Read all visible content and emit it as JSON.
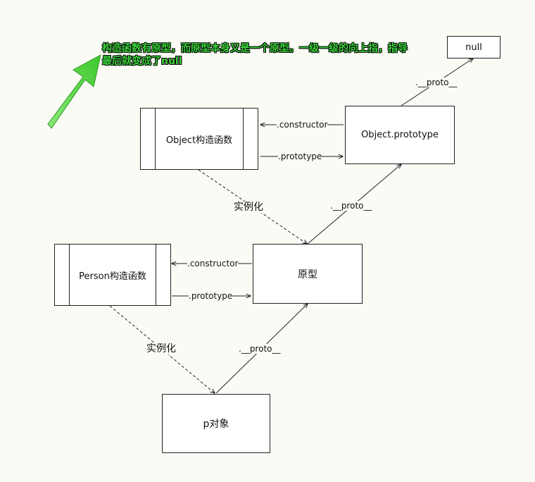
{
  "note": "构造函数有原型，而原型本身又是一个原型。一级一级的向上指，指导最后就变成了null",
  "nodes": {
    "null_box": "null",
    "object_prototype": "Object.prototype",
    "object_ctor": "Object构造函数",
    "prototype": "原型",
    "person_ctor": "Person构造函数",
    "p_object": "p对象"
  },
  "edges": {
    "constructor_top": ".constructor",
    "prototype_top": ".prototype",
    "constructor_mid": ".constructor",
    "prototype_mid": ".prototype",
    "proto_null": ".__proto__",
    "proto_objproto": ".__proto__",
    "proto_p": ".__proto__",
    "instantiate_top": "实例化",
    "instantiate_bottom": "实例化"
  },
  "colors": {
    "note_text": "#3ad13a",
    "arrow_big": "#4cd63a",
    "line": "#222222",
    "background": "#fbfbf6"
  }
}
